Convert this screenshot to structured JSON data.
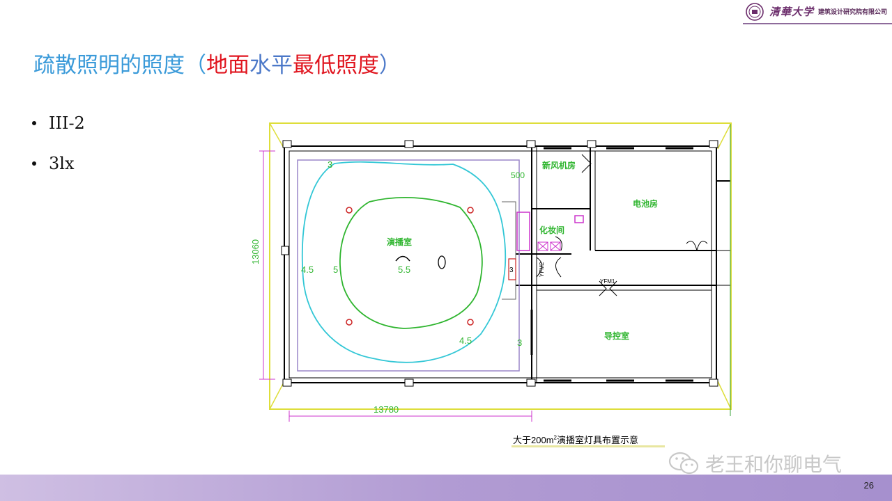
{
  "header": {
    "logo_calligraphy": "清華大学",
    "logo_subtitle": "建筑设计研究院有限公司"
  },
  "title": {
    "part1": "疏散照明的照度（",
    "part2": "地面",
    "part3": "水平",
    "part4": "最低照度",
    "part5": "）"
  },
  "bullets": [
    "III-2",
    "3lx"
  ],
  "plan": {
    "room_broadcast": "演播室",
    "room_fresh_air": "新风机房",
    "room_battery": "电池房",
    "room_makeup": "化妆间",
    "room_control": "导控室",
    "contour_3_top": "3",
    "contour_3_right": "3",
    "contour_45_left": "4.5",
    "contour_45_bottom": "4.5",
    "contour_5": "5",
    "contour_55": "5.5",
    "label_500": "500",
    "dim_height": "13060",
    "dim_width": "13780",
    "door_yfm1": "YFM1",
    "door_yfm2": "YFM2",
    "door_3": "3"
  },
  "caption": {
    "prefix": "大于200m",
    "sup": "2",
    "suffix": "演播室灯具布置示意"
  },
  "watermark": "老王和你聊电气",
  "page_number": "26",
  "colors": {
    "title_blue": "#3a9ad9",
    "title_red": "#e0141e",
    "footer_purple": "#b19bd3",
    "cad_green": "#2fb52f",
    "cad_cyan": "#33c7d6",
    "cad_magenta": "#cc33cc"
  }
}
